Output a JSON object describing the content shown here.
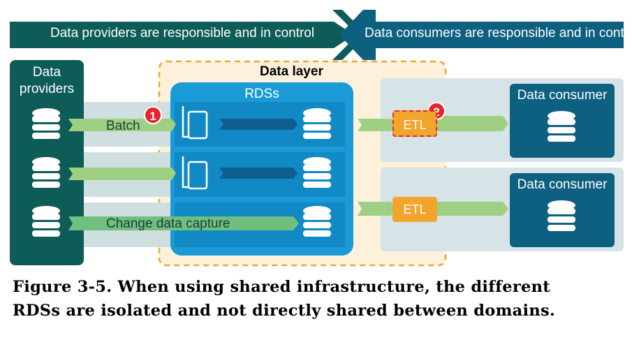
{
  "banner": {
    "left_text": "Data providers are responsible and in control",
    "right_text": "Data consumers are responsible and in control"
  },
  "providers": {
    "title": "Data providers"
  },
  "data_layer": {
    "title": "Data layer"
  },
  "rds": {
    "title": "RDSs"
  },
  "flows": {
    "batch": "Batch",
    "cdc": "Change data capture"
  },
  "etl": {
    "top": "ETL",
    "bottom": "ETL"
  },
  "badges": {
    "one": "1",
    "two": "2"
  },
  "consumers": {
    "top": "Data consumer",
    "bottom": "Data consumer"
  },
  "caption": {
    "line1": "Figure 3-5. When using shared infrastructure, the different",
    "line2": "RDSs are isolated and not directly shared between domains."
  },
  "colors": {
    "dark_teal": "#0e5c57",
    "consumer_blue": "#0d607f",
    "rds_blue": "#1a9ad6",
    "flow_green": "#9fcf83",
    "etl_orange": "#f2a52e",
    "badge_red": "#e4262b"
  }
}
